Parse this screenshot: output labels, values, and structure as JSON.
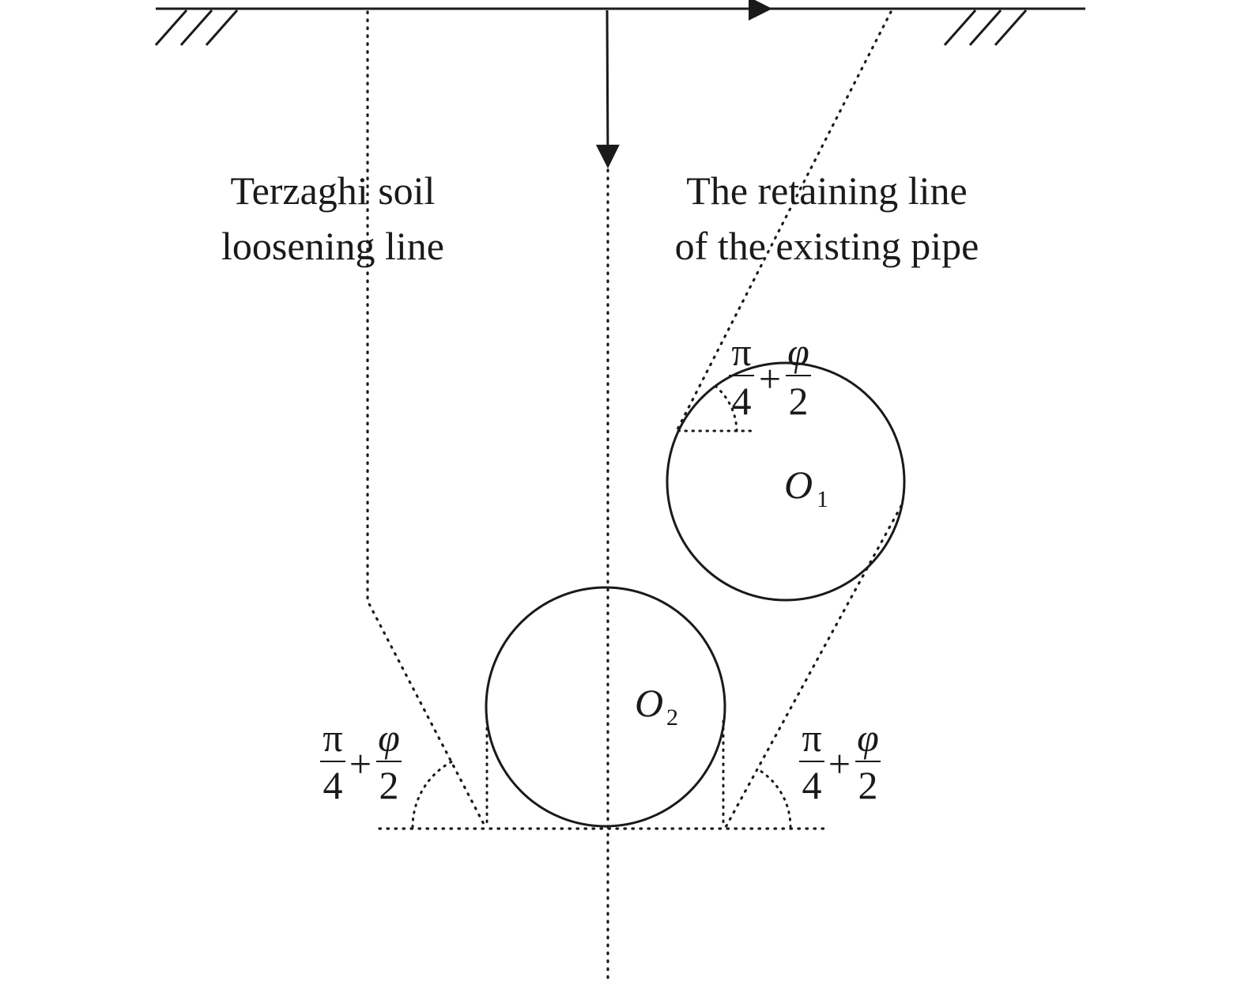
{
  "labels": {
    "left_line_l1": "Terzaghi soil",
    "left_line_l2": "loosening line",
    "right_line_l1": "The retaining line",
    "right_line_l2": "of the existing pipe"
  },
  "angle_formula": {
    "pi": "π",
    "four": "4",
    "plus": "+",
    "phi": "φ",
    "two": "2"
  },
  "pipe_o1": {
    "letter": "O",
    "subscript": "1"
  },
  "pipe_o2": {
    "letter": "O",
    "subscript": "2"
  }
}
